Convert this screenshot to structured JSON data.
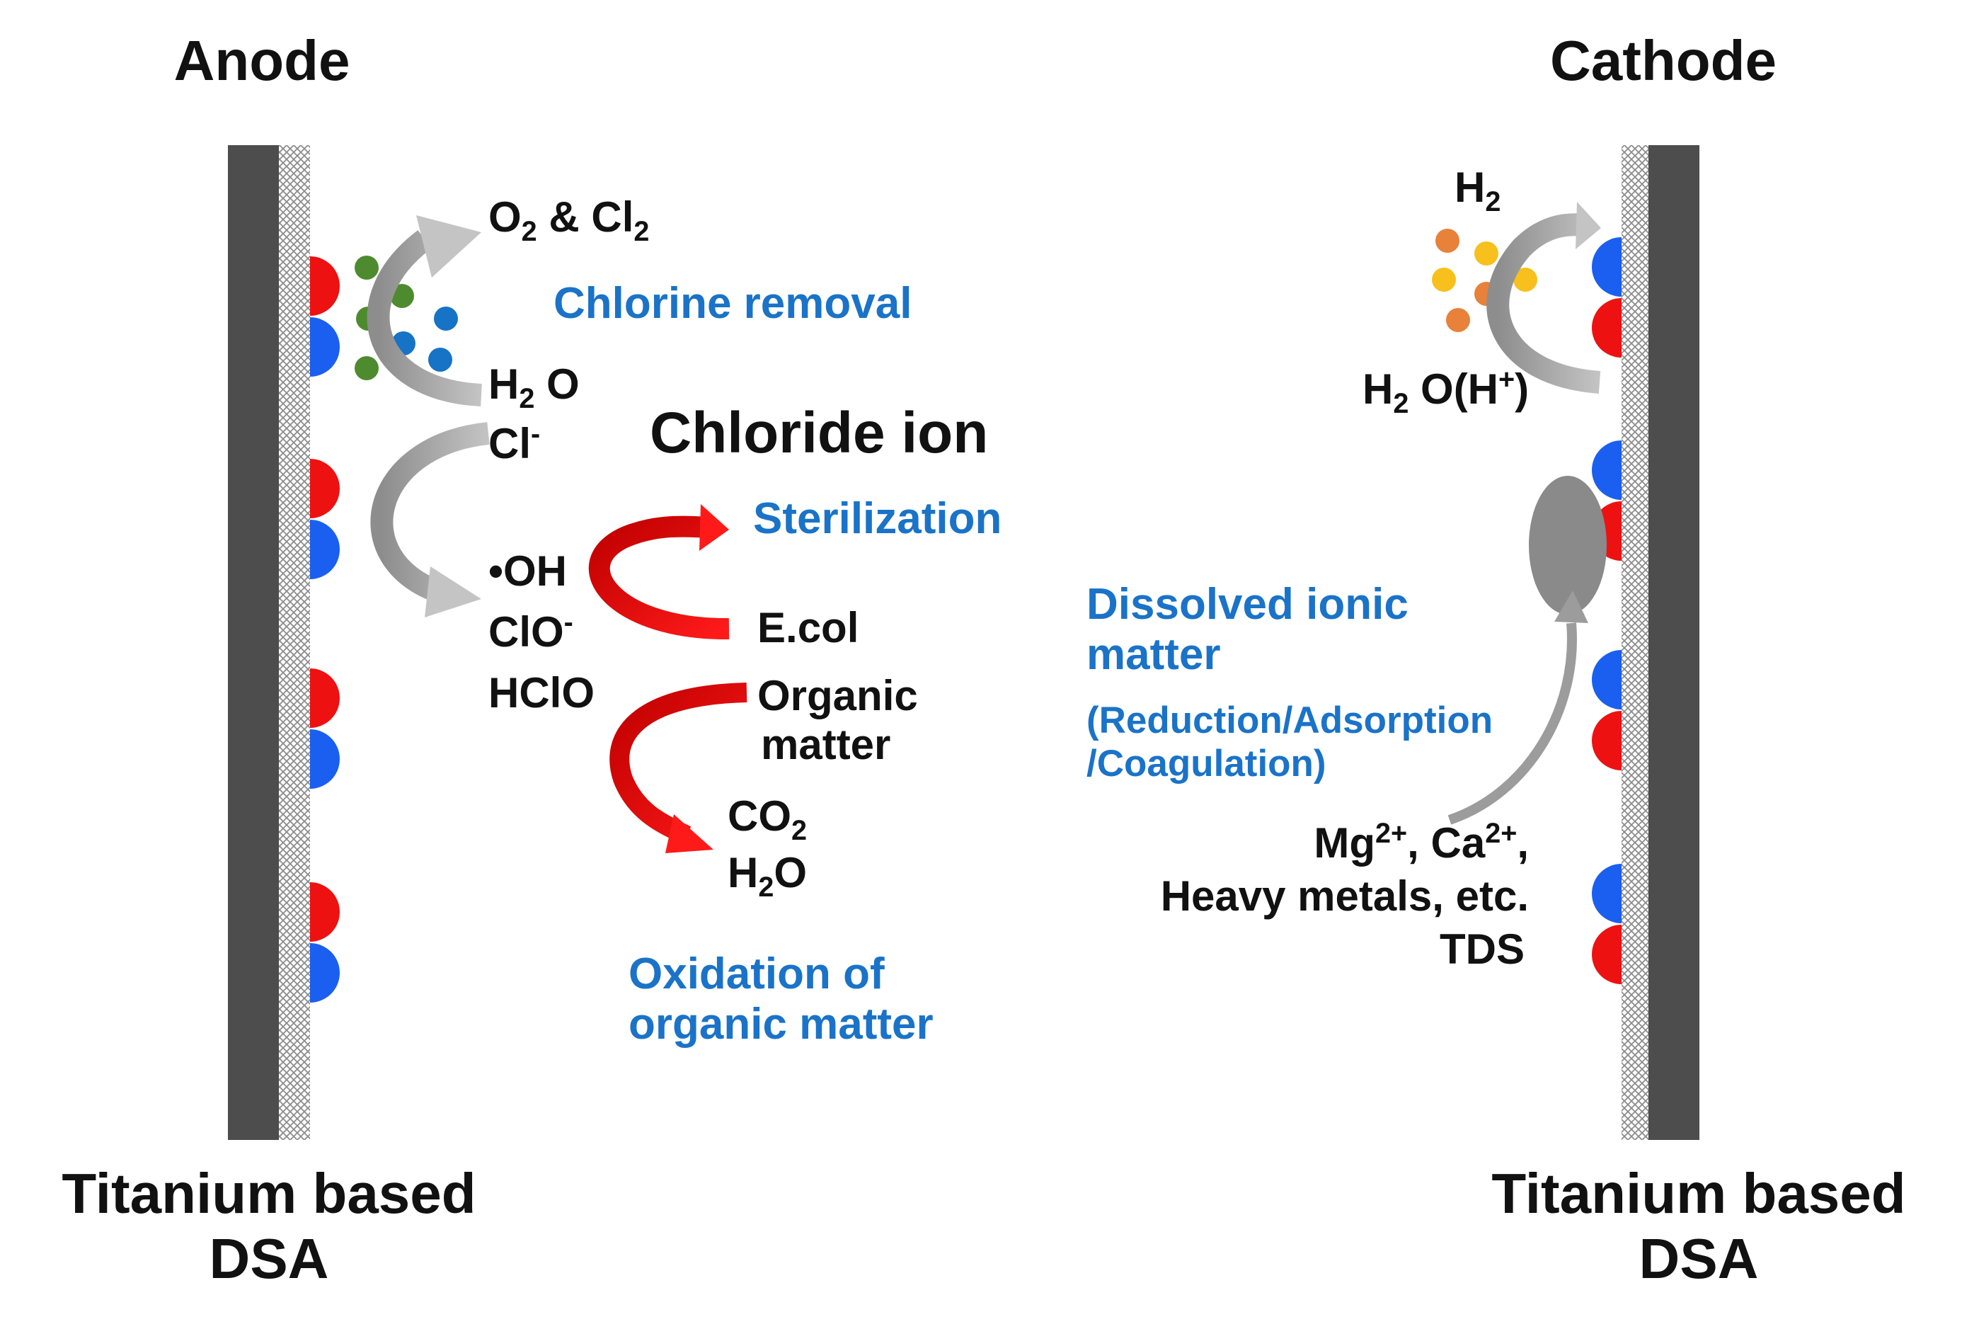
{
  "electrodes": {
    "anode": {
      "title": "Anode",
      "material_line1": "Titanium based",
      "material_line2": "DSA"
    },
    "cathode": {
      "title": "Cathode",
      "material_line1": "Titanium based",
      "material_line2": "DSA"
    }
  },
  "anode_side": {
    "gas_products": {
      "a": "O",
      "a_sub": "2",
      "amp": " & Cl",
      "b_sub": "2"
    },
    "chlorine_removal": "Chlorine removal",
    "reactants": {
      "water": "H",
      "water_sub": "2",
      "water_tail": " O",
      "chloride": "Cl",
      "chloride_sup": "-"
    },
    "chloride_ion": "Chloride ion",
    "oxidants": {
      "hydroxyl": "•OH",
      "hypochlorite": "ClO",
      "hypochlorite_sup": "-",
      "hypochlorous": "HClO"
    },
    "sterilization": "Sterilization",
    "ecoli": "E.col",
    "organic_line1": "Organic",
    "organic_line2": "matter",
    "products": {
      "co": "CO",
      "co_sub": "2",
      "h": "H",
      "h_sub": "2",
      "h_tail": "O"
    },
    "oxidation_line1": "Oxidation of",
    "oxidation_line2": "organic matter"
  },
  "cathode_side": {
    "hydrogen": {
      "h": "H",
      "h_sub": "2"
    },
    "water_proton": {
      "h": "H",
      "h_sub": "2",
      "tail": " O(H",
      "sup": "+",
      "close": ")"
    },
    "dissolved_line1": "Dissolved ionic",
    "dissolved_line2": "matter",
    "process_line1": "(Reduction/Adsorption",
    "process_line2": "/Coagulation)",
    "ions": {
      "mg": "Mg",
      "mg_sup": "2+",
      "sep": ", Ca",
      "ca_sup": "2+",
      "comma": ","
    },
    "metals": "Heavy metals, etc.",
    "tds": "TDS"
  },
  "colors": {
    "electrode": "#4d4d4d",
    "mesh": "#9a9a9a",
    "red_site": "#ee1111",
    "blue_site": "#1a5ff0",
    "gray_arrow": "#a3a3a3",
    "red_arrow": "#ee1111",
    "dark_red_arrow": "#c00000",
    "green_dot": "#4e8b2f",
    "blue_dot": "#1673c6",
    "orange_dot": "#e8813a",
    "yellow_dot": "#f7c01c",
    "blue_text": "#1a73c8"
  }
}
